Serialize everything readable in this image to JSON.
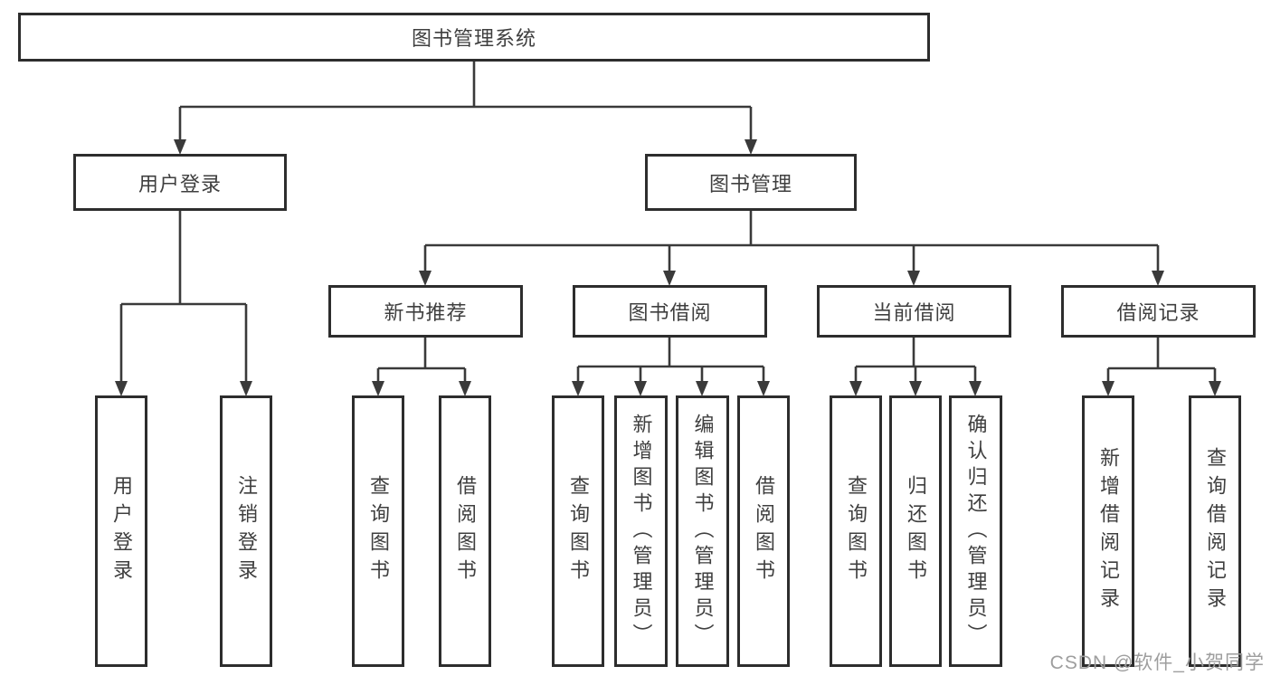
{
  "diagram": {
    "root": {
      "label": "图书管理系统"
    },
    "level2": [
      {
        "label": "用户登录"
      },
      {
        "label": "图书管理"
      }
    ],
    "level3": [
      {
        "label": "新书推荐"
      },
      {
        "label": "图书借阅"
      },
      {
        "label": "当前借阅"
      },
      {
        "label": "借阅记录"
      }
    ],
    "leaves": {
      "user_login": [
        "用户登录",
        "注销登录"
      ],
      "new_book_recommend": [
        "查询图书",
        "借阅图书"
      ],
      "book_borrow": [
        "查询图书",
        "新增图书（管理员）",
        "编辑图书（管理员）",
        "借阅图书"
      ],
      "current_borrow": [
        "查询图书",
        "归还图书",
        "确认归还（管理员）"
      ],
      "borrow_records": [
        "新增借阅记录",
        "查询借阅记录"
      ]
    }
  },
  "watermark": {
    "text": "CSDN @软件_小贺同学"
  },
  "colors": {
    "background": "#ffffff",
    "line": "#3a3a3a",
    "border": "#2d2d2d",
    "text": "#3f3f3f",
    "watermark": "#9e9e9e"
  }
}
